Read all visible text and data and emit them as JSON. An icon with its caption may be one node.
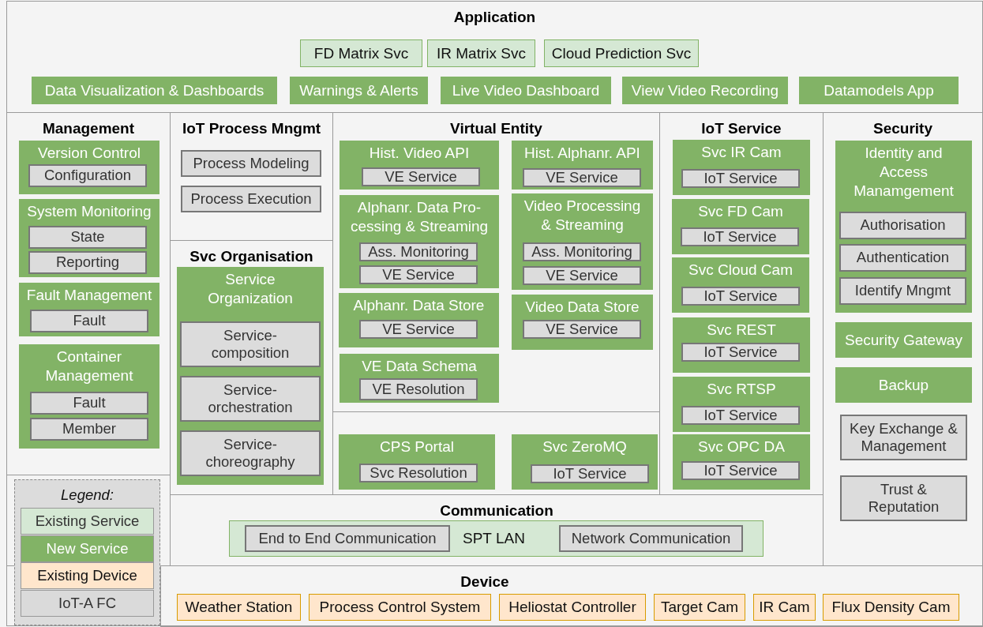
{
  "diagram": {
    "nodes": [
      {
        "text": [
          "Application"
        ]
      },
      {
        "text": [
          "FD Matrix Svc"
        ],
        "in": 0
      },
      {
        "text": [
          "IR Matrix Svc"
        ],
        "in": 0
      },
      {
        "text": [
          "Cloud Prediction Svc"
        ],
        "in": 0
      },
      {
        "text": [
          "Data Visualization & Dashboards"
        ],
        "in": 0
      },
      {
        "text": [
          "Warnings & Alerts"
        ],
        "in": 0
      },
      {
        "text": [
          "Live Video Dashboard"
        ],
        "in": 0
      },
      {
        "text": [
          "View Video Recording"
        ],
        "in": 0
      },
      {
        "text": [
          "Datamodels App"
        ],
        "in": 0
      },
      {
        "text": [
          "Management"
        ]
      },
      {
        "text": [
          "Version Control"
        ],
        "in": 9
      },
      {
        "text": [
          "Configuration"
        ],
        "in": 10
      },
      {
        "text": [
          "System Monitoring"
        ],
        "in": 9
      },
      {
        "text": [
          "State"
        ],
        "in": 12
      },
      {
        "text": [
          "Reporting"
        ],
        "in": 12
      },
      {
        "text": [
          "Fault Management"
        ],
        "in": 9
      },
      {
        "text": [
          "Fault"
        ],
        "in": 15
      },
      {
        "text": [
          "Container Management"
        ],
        "in": 9
      },
      {
        "text": [
          "Fault"
        ],
        "in": 17
      },
      {
        "text": [
          "Member"
        ],
        "in": 17
      },
      {
        "text": [
          "IoT Process Mngmt"
        ]
      },
      {
        "text": [
          "Process Modeling"
        ],
        "in": 20
      },
      {
        "text": [
          "Process Execution"
        ],
        "in": 20
      },
      {
        "text": [
          "Svc Organisation"
        ]
      },
      {
        "text": [
          "Service Organization"
        ],
        "in": 23
      },
      {
        "text": [
          "Service-composition"
        ],
        "in": 24
      },
      {
        "text": [
          "Service-orchestration"
        ],
        "in": 24
      },
      {
        "text": [
          "Service-choreography"
        ],
        "in": 24
      },
      {
        "text": [
          "Virtual Entity"
        ]
      },
      {
        "text": [
          "Hist. Video API"
        ],
        "in": 28
      },
      {
        "text": [
          "VE Service"
        ],
        "in": 29
      },
      {
        "text": [
          "Hist. Alphanr. API"
        ],
        "in": 28
      },
      {
        "text": [
          "VE Service"
        ],
        "in": 31
      },
      {
        "text": [
          "Alphanr. Data Pro-cessing & Streaming"
        ],
        "in": 28
      },
      {
        "text": [
          "Ass. Monitoring"
        ],
        "in": 33
      },
      {
        "text": [
          "VE Service"
        ],
        "in": 33
      },
      {
        "text": [
          "Video Processing & Streaming"
        ],
        "in": 28
      },
      {
        "text": [
          "Ass. Monitoring"
        ],
        "in": 36
      },
      {
        "text": [
          "VE Service"
        ],
        "in": 36
      },
      {
        "text": [
          "Alphanr. Data Store"
        ],
        "in": 28
      },
      {
        "text": [
          "VE Service"
        ],
        "in": 39
      },
      {
        "text": [
          "Video Data Store"
        ],
        "in": 28
      },
      {
        "text": [
          "VE Service"
        ],
        "in": 41
      },
      {
        "text": [
          "VE Data Schema"
        ],
        "in": 28
      },
      {
        "text": [
          "VE Resolution"
        ],
        "in": 43
      },
      {
        "text": [
          "CPS Portal"
        ]
      },
      {
        "text": [
          "Svc Resolution"
        ],
        "in": 45
      },
      {
        "text": [
          "Svc ZeroMQ"
        ]
      },
      {
        "text": [
          "IoT Service"
        ],
        "in": 47
      },
      {
        "text": [
          "IoT Service"
        ]
      },
      {
        "text": [
          "Svc IR Cam"
        ],
        "in": 49
      },
      {
        "text": [
          "IoT Service"
        ],
        "in": 50
      },
      {
        "text": [
          "Svc FD Cam"
        ],
        "in": 49
      },
      {
        "text": [
          "IoT Service"
        ],
        "in": 52
      },
      {
        "text": [
          "Svc Cloud Cam"
        ],
        "in": 49
      },
      {
        "text": [
          "IoT Service"
        ],
        "in": 54
      },
      {
        "text": [
          "Svc REST"
        ],
        "in": 49
      },
      {
        "text": [
          "IoT Service"
        ],
        "in": 56
      },
      {
        "text": [
          "Svc RTSP"
        ],
        "in": 49
      },
      {
        "text": [
          "IoT Service"
        ],
        "in": 58
      },
      {
        "text": [
          "Svc OPC DA"
        ],
        "in": 49
      },
      {
        "text": [
          "IoT Service"
        ],
        "in": 60
      },
      {
        "text": [
          "Security"
        ]
      },
      {
        "text": [
          "Identity and Access Manamgement"
        ],
        "in": 62
      },
      {
        "text": [
          "Authorisation"
        ],
        "in": 63
      },
      {
        "text": [
          "Authentication"
        ],
        "in": 63
      },
      {
        "text": [
          "Identify Mngmt"
        ],
        "in": 63
      },
      {
        "text": [
          "Security Gateway"
        ],
        "in": 62
      },
      {
        "text": [
          "Backup"
        ],
        "in": 62
      },
      {
        "text": [
          "Key Exchange & Management"
        ],
        "in": 62
      },
      {
        "text": [
          "Trust & Reputation"
        ],
        "in": 62
      },
      {
        "text": [
          "Communication"
        ]
      },
      {
        "text": [
          "SPT LAN"
        ],
        "in": 71
      },
      {
        "text": [
          "End to End Communication"
        ],
        "in": 72
      },
      {
        "text": [
          "Network Communication"
        ],
        "in": 72
      },
      {
        "text": [
          "Device"
        ]
      },
      {
        "text": [
          "Weather Station"
        ],
        "in": 75
      },
      {
        "text": [
          "Process Control System"
        ],
        "in": 75
      },
      {
        "text": [
          "Heliostat Controller"
        ],
        "in": 75
      },
      {
        "text": [
          "Target Cam"
        ],
        "in": 75
      },
      {
        "text": [
          "IR Cam"
        ],
        "in": 75
      },
      {
        "text": [
          "Flux Density Cam"
        ],
        "in": 75
      }
    ],
    "labels": [
      "Legend:"
    ],
    "legend": [
      {
        "text": "Existing Service",
        "color": "#d5e8d4"
      },
      {
        "text": "New Service",
        "color": "#82b366"
      },
      {
        "text": "Existing Device",
        "color": "#ffe6cc"
      },
      {
        "text": "IoT-A FC",
        "color": "#dadada"
      }
    ]
  }
}
